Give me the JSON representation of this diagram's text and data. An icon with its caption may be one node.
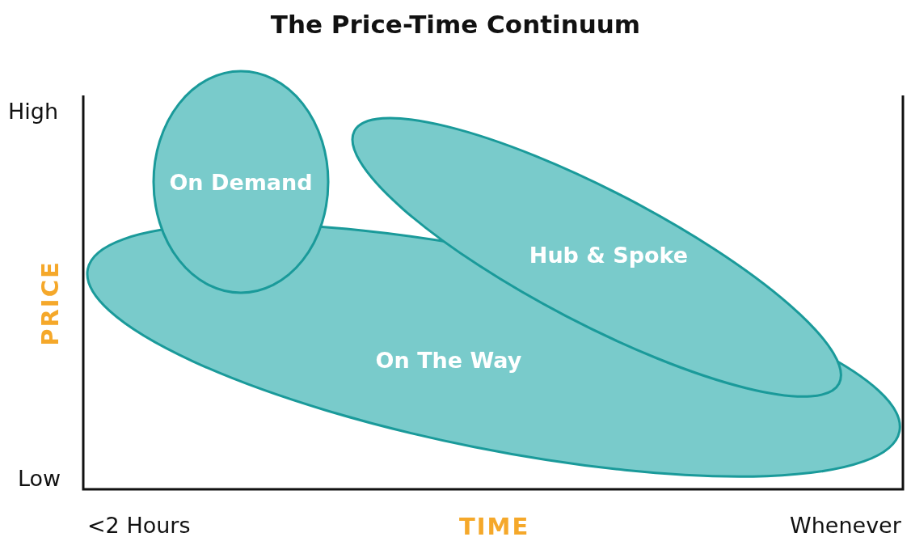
{
  "diagram": {
    "title": "The Price-Time Continuum",
    "nodes": [
      {
        "text": [
          "On The Way"
        ]
      },
      {
        "text": [
          "On Demand"
        ]
      },
      {
        "text": [
          "Hub & Spoke"
        ]
      }
    ],
    "labels": [
      "High",
      "PRICE",
      "Low",
      "<2 Hours",
      "TIME",
      "Whenever"
    ]
  }
}
